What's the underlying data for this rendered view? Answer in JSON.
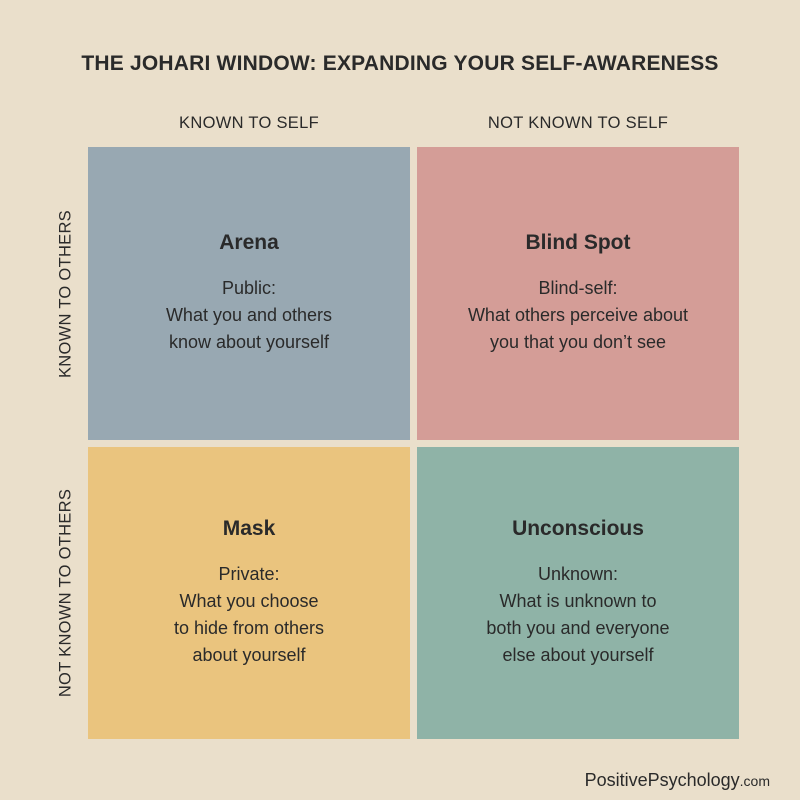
{
  "title": "THE JOHARI WINDOW: EXPANDING YOUR SELF-AWARENESS",
  "column_headers": [
    "KNOWN TO SELF",
    "NOT KNOWN TO SELF"
  ],
  "row_headers": [
    "KNOWN TO OTHERS",
    "NOT KNOWN TO OTHERS"
  ],
  "colors": {
    "background": "#EADFCB",
    "arena": "#98A8B2",
    "blind_spot": "#D49D97",
    "mask": "#EAC47E",
    "unconscious": "#8FB3A7",
    "text": "#2A2A2A"
  },
  "quadrants": {
    "arena": {
      "title": "Arena",
      "lines": [
        "Public:",
        "What you and others",
        "know about yourself"
      ]
    },
    "blind_spot": {
      "title": "Blind Spot",
      "lines": [
        "Blind-self:",
        "What others perceive about",
        "you that you don’t see"
      ]
    },
    "mask": {
      "title": "Mask",
      "lines": [
        "Private:",
        "What you choose",
        "to hide from others",
        "about yourself"
      ]
    },
    "unconscious": {
      "title": "Unconscious",
      "lines": [
        "Unknown:",
        "What is unknown to",
        "both you and everyone",
        "else about yourself"
      ]
    }
  },
  "footer": {
    "brand": "PositivePsychology",
    "suffix": ".com"
  }
}
